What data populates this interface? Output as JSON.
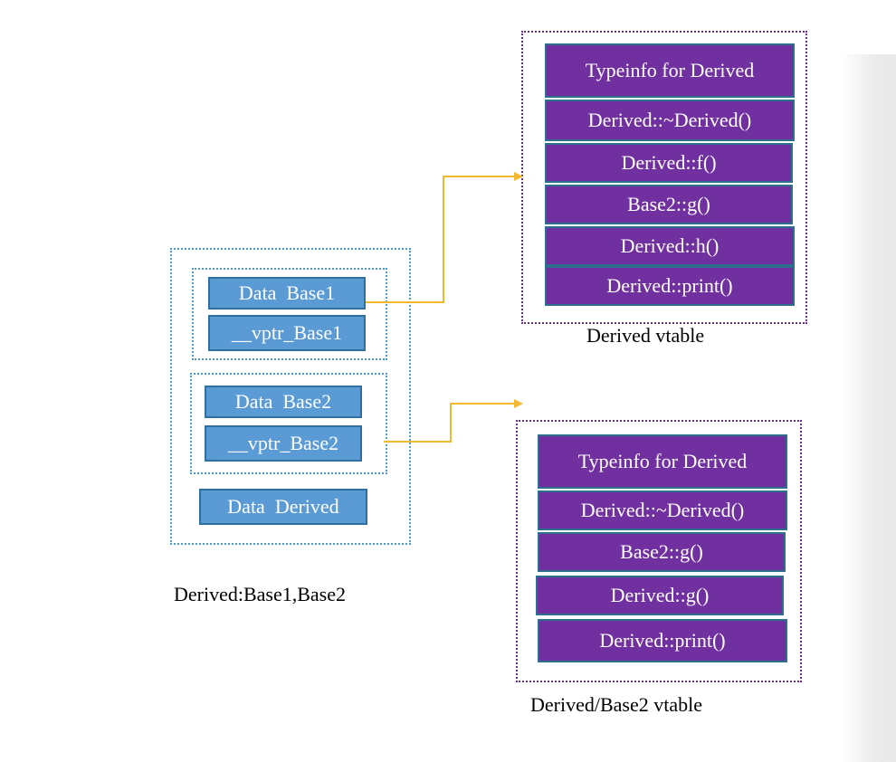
{
  "object_layout": {
    "base1_group": {
      "data": "Data  Base1",
      "vptr": "__vptr_Base1"
    },
    "base2_group": {
      "data": "Data  Base2",
      "vptr": "__vptr_Base2"
    },
    "derived_data": "Data  Derived",
    "caption": "Derived:Base1,Base2"
  },
  "vtable_primary": {
    "entries": [
      "Typeinfo for Derived",
      "Derived::~Derived()",
      "Derived::f()",
      "Base2::g()",
      "Derived::h()",
      "Derived::print()"
    ],
    "caption": "Derived vtable"
  },
  "vtable_secondary": {
    "entries": [
      "Typeinfo for Derived",
      "Derived::~Derived()",
      "Base2::g()",
      "Derived::g()",
      "Derived::print()"
    ],
    "caption": "Derived/Base2 vtable"
  },
  "colors": {
    "object_cell": "#5b9bd5",
    "vtable_cell": "#7030a0",
    "arrow": "#f2b830",
    "object_frame": "#4b9bd1",
    "vtable_frame": "#6b2d8f"
  }
}
